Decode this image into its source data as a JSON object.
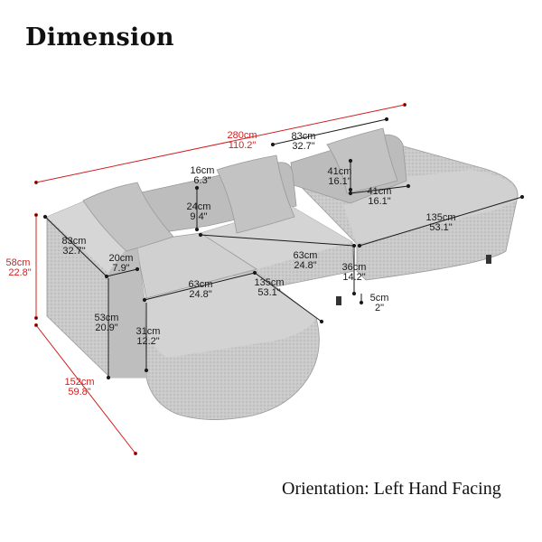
{
  "title": "Dimension",
  "orientation": "Orientation: Left Hand Facing",
  "colors": {
    "sofa": "#c9c9c9",
    "accent_red": "#d11f1f",
    "line_black": "#1a1a1a"
  },
  "dims": {
    "total_width": {
      "cm": "280cm",
      "in": "110.2\""
    },
    "pillow_width": {
      "cm": "83cm",
      "in": "32.7\""
    },
    "pillow_h1": {
      "cm": "41cm",
      "in": "16.1\""
    },
    "pillow_h2": {
      "cm": "41cm",
      "in": "16.1\""
    },
    "chaise_depth_right": {
      "cm": "135cm",
      "in": "53.1\""
    },
    "back_thickness": {
      "cm": "16cm",
      "in": "6.3\""
    },
    "back_height": {
      "cm": "24cm",
      "in": "9.4\""
    },
    "mid_seat_width": {
      "cm": "63cm",
      "in": "24.8\""
    },
    "seat_height": {
      "cm": "36cm",
      "in": "14.2\""
    },
    "leg_height": {
      "cm": "5cm",
      "in": "2\""
    },
    "left_depth": {
      "cm": "83cm",
      "in": "32.7\""
    },
    "arm_width": {
      "cm": "20cm",
      "in": "7.9\""
    },
    "left_seat_width": {
      "cm": "63cm",
      "in": "24.8\""
    },
    "chaise_depth_left": {
      "cm": "135cm",
      "in": "53.1\""
    },
    "arm_height": {
      "cm": "53cm",
      "in": "20.9\""
    },
    "chaise_seat_height": {
      "cm": "31cm",
      "in": "12.2\""
    },
    "total_height": {
      "cm": "58cm",
      "in": "22.8\""
    },
    "total_depth": {
      "cm": "152cm",
      "in": "59.8\""
    }
  }
}
